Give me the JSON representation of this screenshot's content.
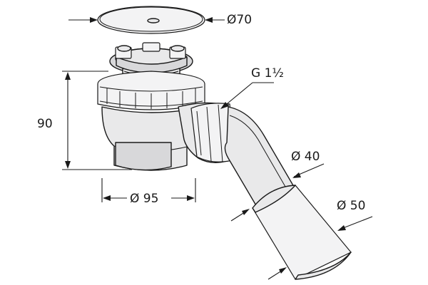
{
  "dimensions": {
    "cover_diameter": "Ø70",
    "thread": "G 1½",
    "height": "90",
    "body_diameter": "Ø 95",
    "pipe_diameter": "Ø 40",
    "outlet_diameter": "Ø 50"
  }
}
